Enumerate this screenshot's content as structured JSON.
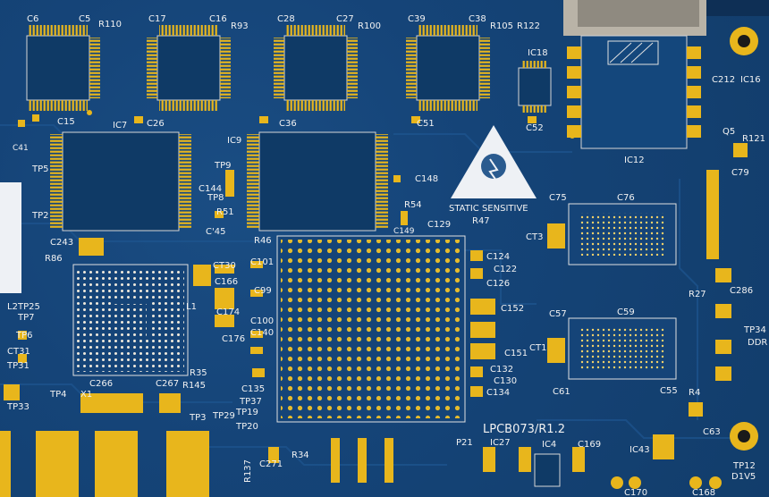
{
  "board_label": "LPCB073/R1.2",
  "warning_text": "STATIC SENSITIVE",
  "ddr_label": "DDR",
  "chips": {
    "ic7": "IC7",
    "ic9": "IC9",
    "ic12": "IC12",
    "ic18": "IC18",
    "ic16": "IC16",
    "ic4": "IC4",
    "ic27": "IC27",
    "ic43": "IC43"
  },
  "caps": {
    "c6": "C6",
    "c5": "C5",
    "c17": "C17",
    "c16": "C16",
    "c28": "C28",
    "c27": "C27",
    "c39": "C39",
    "c38": "C38",
    "c15": "C15",
    "c26": "C26",
    "c36": "C36",
    "c51": "C51",
    "c52": "C52",
    "c148": "C148",
    "c144": "C144",
    "c45": "C'45",
    "c149": "C149",
    "c129": "C129",
    "c243": "C243",
    "c101": "C101",
    "c99": "C99",
    "c166": "C166",
    "c174": "C174",
    "c176": "C176",
    "c124": "C124",
    "c122": "C122",
    "c126": "C126",
    "c152": "C152",
    "c151": "C151",
    "c132": "C132",
    "c130": "C130",
    "c134": "C134",
    "c266": "C266",
    "c267": "C267",
    "c169": "C169",
    "c170": "C170",
    "c168": "C168",
    "c75": "C75",
    "c76": "C76",
    "c79": "C79",
    "c212": "C212",
    "c63": "C63",
    "c57": "C57",
    "c59": "C59",
    "c55": "C55",
    "c61": "C61",
    "c100": "C100",
    "c140": "C140",
    "c41": "C41",
    "c271": "C271",
    "c286": "C286"
  },
  "resistors": {
    "r110": "R110",
    "r93": "R93",
    "r100": "R100",
    "r105": "R105",
    "r122": "R122",
    "r121": "R121",
    "r51": "R51",
    "r54": "R54",
    "r47": "R47",
    "r46": "R46",
    "r86": "R86",
    "r35": "R35",
    "r145": "R145",
    "r27": "R27",
    "r4": "R4",
    "r34": "R34",
    "r137": "R137"
  },
  "testpoints": {
    "tp9": "TP9",
    "tp8": "TP8",
    "tp5": "TP5",
    "tp2": "TP2",
    "tp4": "TP4",
    "tp3": "TP3",
    "tp29": "TP29",
    "tp19": "TP19",
    "tp20": "TP20",
    "tp37": "TP37",
    "tp33": "TP33",
    "tp31": "TP31",
    "tp7": "TP7",
    "tp6": "TP6",
    "tp25": "TP25",
    "tp12": "TP12",
    "tp34": "TP34"
  },
  "others": {
    "ct3": "CT3",
    "ct1": "CT1",
    "ct30": "CT30",
    "ct31": "CT31",
    "x1": "X1",
    "l1": "L1",
    "l2": "L2",
    "p21": "P21",
    "q5": "Q5",
    "d1v5": "D1V5",
    "c135": "C135"
  }
}
